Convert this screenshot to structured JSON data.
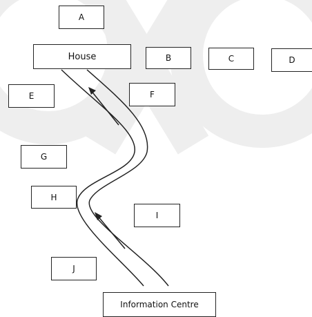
{
  "diagram": {
    "boxes": {
      "a": "A",
      "house": "House",
      "b": "B",
      "c": "C",
      "d": "D",
      "e": "E",
      "f": "F",
      "g": "G",
      "h": "H",
      "i": "I",
      "j": "J",
      "info": "Information Centre"
    },
    "colors": {
      "line": "#222222",
      "watermark": "#eeeeee"
    }
  }
}
